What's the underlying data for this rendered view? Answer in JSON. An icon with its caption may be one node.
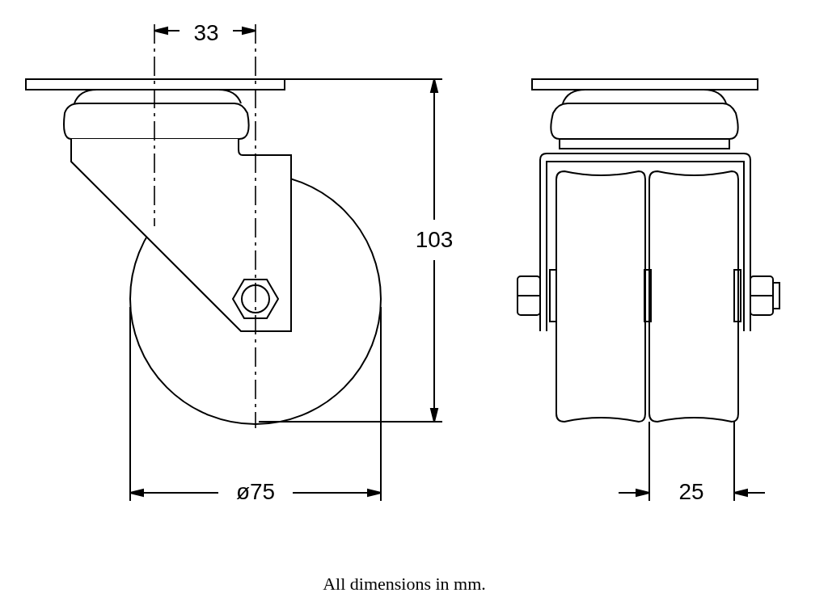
{
  "diagram": {
    "labels": [
      "33",
      "103",
      "ø75",
      "25"
    ],
    "caption": "All dimensions in mm."
  }
}
